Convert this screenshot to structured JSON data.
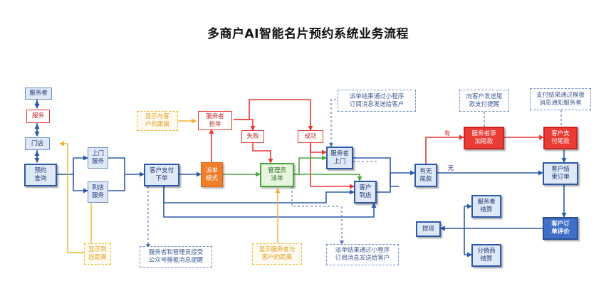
{
  "title": "多商户AI智能名片预约系统业务流程",
  "colors": {
    "blue": "#2c5aa8",
    "red": "#e53935",
    "orange": "#f07d2a",
    "green": "#4aa83a",
    "yellow": "#f0b429"
  },
  "nodes": {
    "service_provider": "服务者",
    "service": "服务",
    "store": "门店",
    "book_query": "预约\n查询",
    "onsite_service": "上门\n服务",
    "instore_service": "到店\n服务",
    "customer_pay": "客户支付\n下单",
    "dispatch_mode": "派单\n模式",
    "grab_order": "服务者\n抢单",
    "fail": "失败",
    "success": "成功",
    "admin_dispatch": "管理员\n派单",
    "provider_onsite": "服务者\n上门",
    "customer_instore": "客户\n到店",
    "extra_fee": "有无\n尾款",
    "add_final": "服务者添\n加尾款",
    "pay_final": "客户支\n付尾款",
    "close_order": "客户结\n束订单",
    "review": "客户订\n单评价",
    "provider_settle": "服务者\n结算",
    "dist_settle": "分销商\n结算",
    "withdraw": "提现"
  },
  "edge_labels": {
    "yes": "有",
    "no": "无"
  },
  "notes": {
    "show_distance_provider": "显示与客\n户的距离",
    "show_distance_store": "显示到\n店距离",
    "show_distance_admin": "显示服务者与\n客户的距离",
    "dispatch_result_top": "派单结果通过小程序\n订阅消息发送给客户",
    "notify_final": "向客户发送尾\n款支付提醒",
    "pay_result": "支付结果通过模板\n消息通知服务者",
    "template_msg": "服务者和管理员接受\n公众号模板消息提醒",
    "dispatch_result_bottom": "派单结果通过小程序\n订阅消息发送给客户"
  }
}
